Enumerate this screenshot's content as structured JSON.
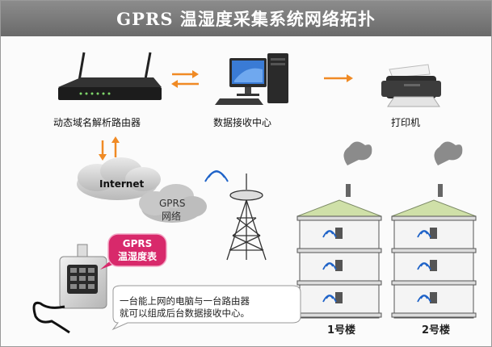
{
  "title": "GPRS 温湿度采集系统网络拓扑",
  "nodes": {
    "router": "动态域名解析路由器",
    "data_center": "数据接收中心",
    "printer": "打印机"
  },
  "clouds": {
    "internet": "Internet",
    "gprs_line1": "GPRS",
    "gprs_line2": "网络"
  },
  "sensor_callout": {
    "line1": "GPRS",
    "line2": "温湿度表"
  },
  "note": {
    "line1": "一台能上网的电脑与一台路由器",
    "line2": "就可以组成后台数据接收中心。"
  },
  "buildings": {
    "b1": "1号楼",
    "b2": "2号楼"
  },
  "colors": {
    "arrow": "#f08a24",
    "callout": "#d8296b",
    "wave": "#1f63c8",
    "roof": "#cfe0a8"
  }
}
